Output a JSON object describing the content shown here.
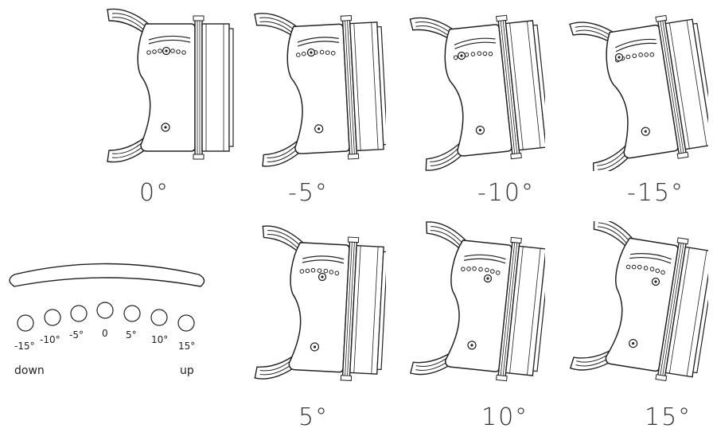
{
  "fixtures": [
    {
      "id": "f0",
      "label": "0°",
      "tilt": 0
    },
    {
      "id": "f-5",
      "label": "-5°",
      "tilt": -5
    },
    {
      "id": "f-10",
      "label": "-10°",
      "tilt": -10
    },
    {
      "id": "f-15",
      "label": "-15°",
      "tilt": -15
    },
    {
      "id": "f5",
      "label": "5°",
      "tilt": 5
    },
    {
      "id": "f10",
      "label": "10°",
      "tilt": 10
    },
    {
      "id": "f15",
      "label": "15°",
      "tilt": 15
    }
  ],
  "legend": {
    "holes": [
      "-15°",
      "-10°",
      "-5°",
      "0",
      "5°",
      "10°",
      "15°"
    ],
    "down_label": "down",
    "up_label": "up"
  }
}
